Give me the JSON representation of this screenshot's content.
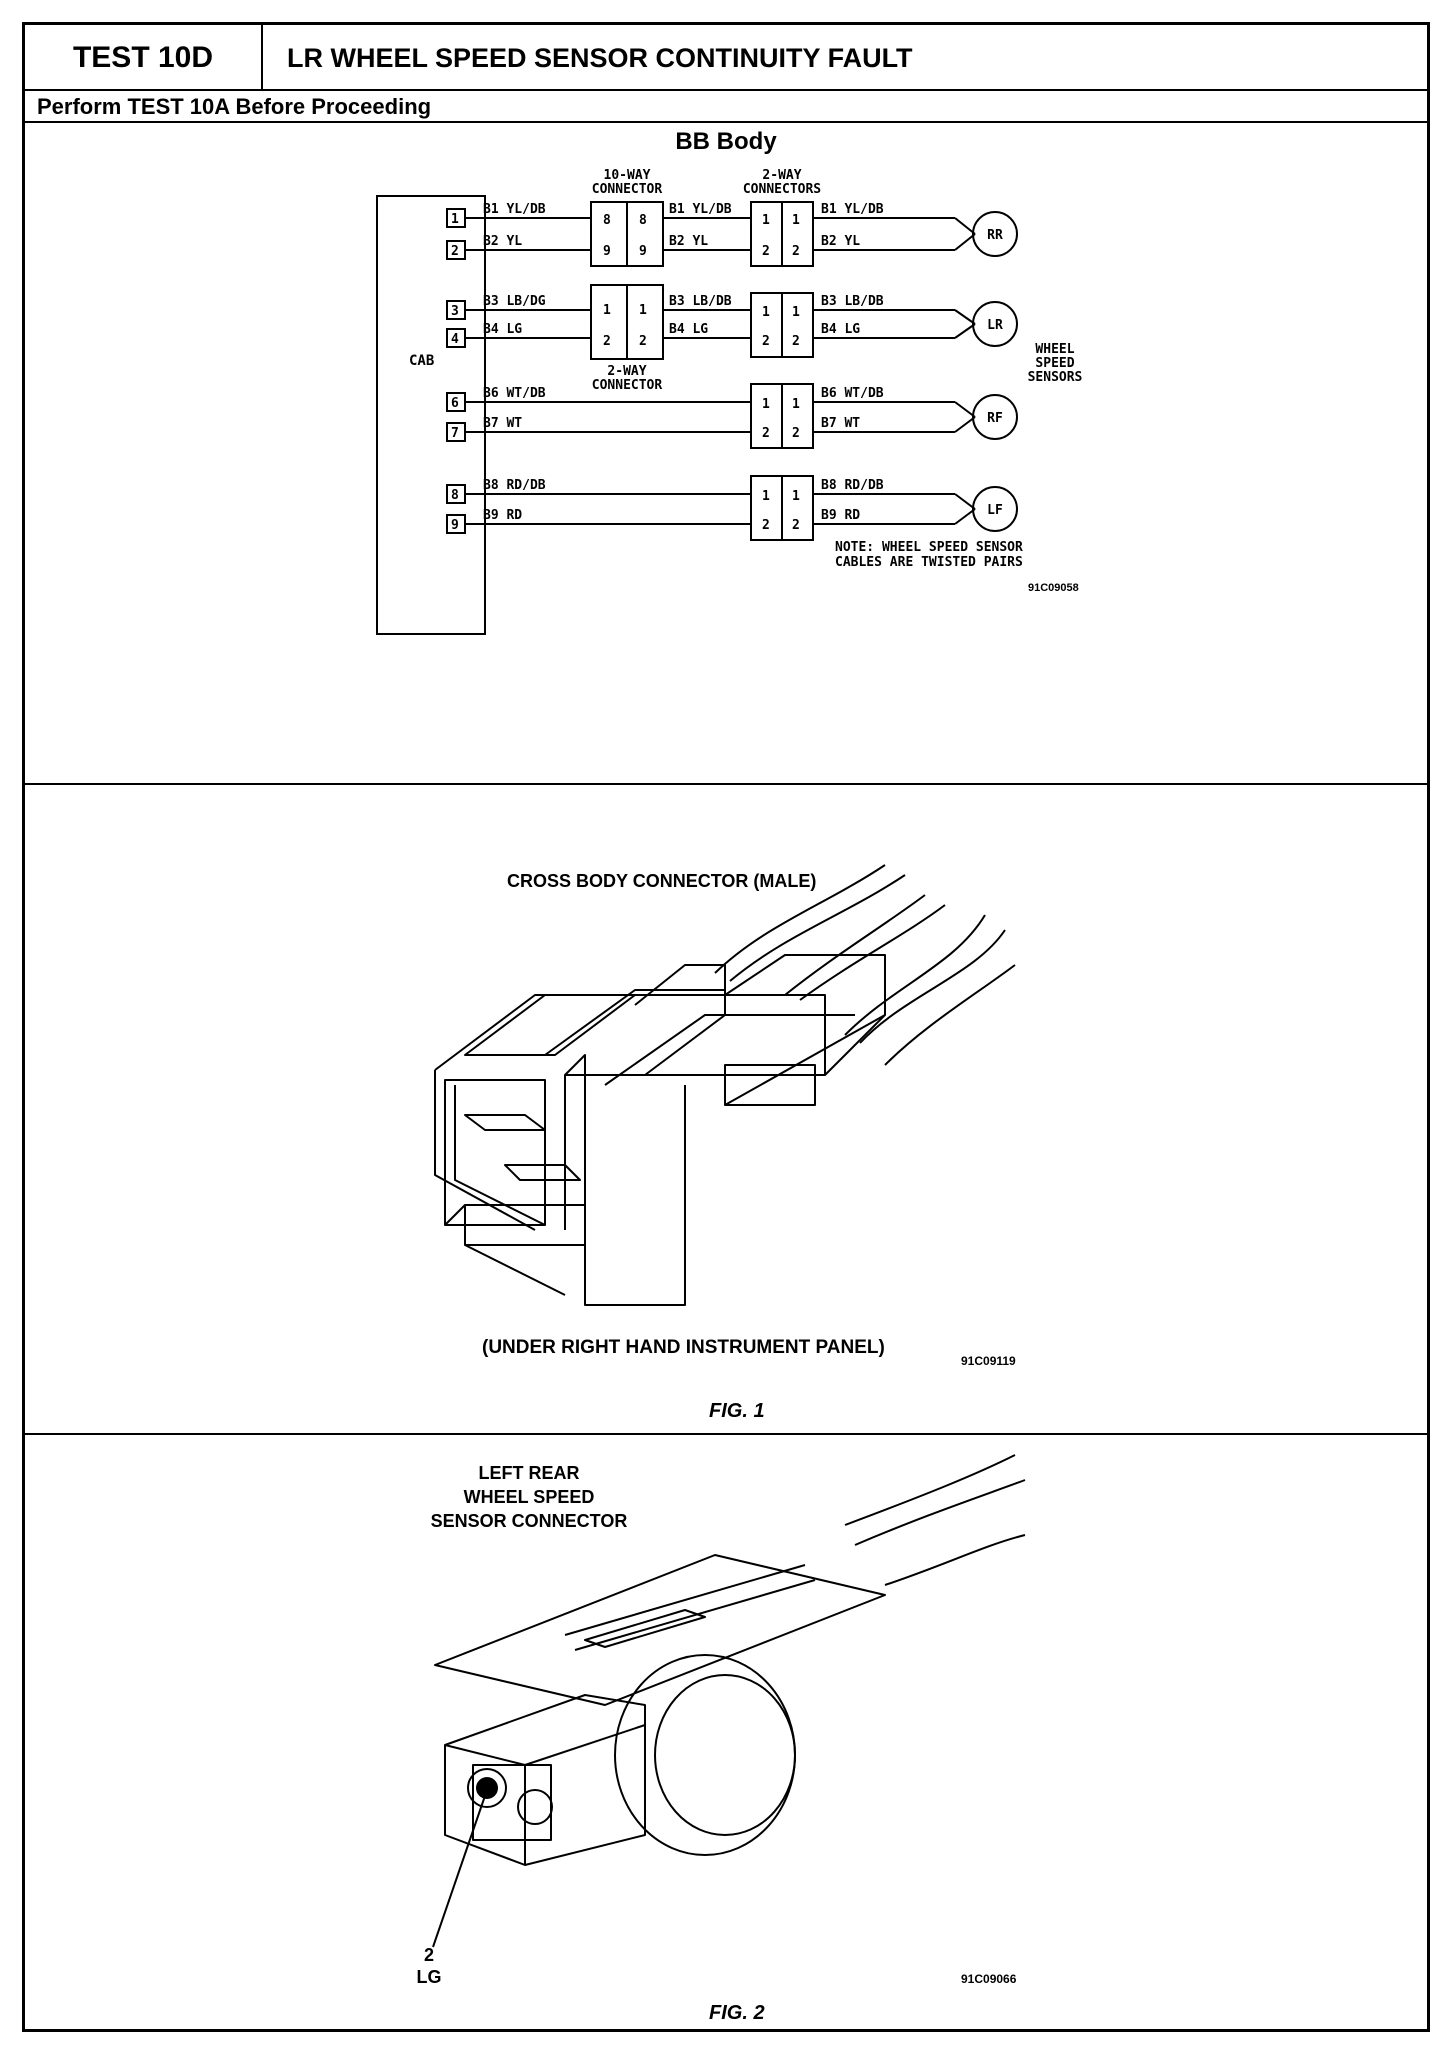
{
  "header": {
    "test_code": "TEST 10D",
    "title": "LR WHEEL SPEED SENSOR CONTINUITY FAULT"
  },
  "subheader": "Perform TEST 10A Before Proceeding",
  "schematic": {
    "title": "BB Body",
    "cab_label": "CAB",
    "cab_pins": [
      "1",
      "2",
      "3",
      "4",
      "6",
      "7",
      "8",
      "9"
    ],
    "connector_10way_label": [
      "10-WAY",
      "CONNECTOR"
    ],
    "connector_10way_pins": [
      "8",
      "9"
    ],
    "connector_2way_mid_label": [
      "2-WAY",
      "CONNECTOR"
    ],
    "connectors_2way_label": [
      "2-WAY",
      "CONNECTORS"
    ],
    "two_pins": [
      "1",
      "2"
    ],
    "wires_left_rr": [
      "B1 YL/DB",
      "B2 YL"
    ],
    "wires_mid_rr": [
      "B1 YL/DB",
      "B2 YL"
    ],
    "wires_right_rr": [
      "B1 YL/DB",
      "B2 YL"
    ],
    "wires_left_lr": [
      "B3 LB/DG",
      "B4 LG"
    ],
    "wires_mid_lr": [
      "B3 LB/DB",
      "B4 LG"
    ],
    "wires_right_lr": [
      "B3 LB/DB",
      "B4 LG"
    ],
    "wires_left_rf": [
      "B6 WT/DB",
      "B7 WT"
    ],
    "wires_right_rf": [
      "B6 WT/DB",
      "B7 WT"
    ],
    "wires_left_lf": [
      "B8 RD/DB",
      "B9 RD"
    ],
    "wires_right_lf": [
      "B8 RD/DB",
      "B9 RD"
    ],
    "sensors": [
      "RR",
      "LR",
      "RF",
      "LF"
    ],
    "sensors_label": [
      "WHEEL",
      "SPEED",
      "SENSORS"
    ],
    "note": [
      "NOTE: WHEEL SPEED SENSOR",
      "CABLES ARE TWISTED PAIRS"
    ],
    "ref": "91C09058"
  },
  "fig1": {
    "top_label": "CROSS BODY CONNECTOR (MALE)",
    "bottom_label": "(UNDER RIGHT HAND INSTRUMENT PANEL)",
    "ref": "91C09119",
    "caption": "FIG. 1"
  },
  "fig2": {
    "label": [
      "LEFT REAR",
      "WHEEL SPEED",
      "SENSOR CONNECTOR"
    ],
    "pin_num": "2",
    "pin_color": "LG",
    "ref": "91C09066",
    "caption": "FIG. 2"
  }
}
